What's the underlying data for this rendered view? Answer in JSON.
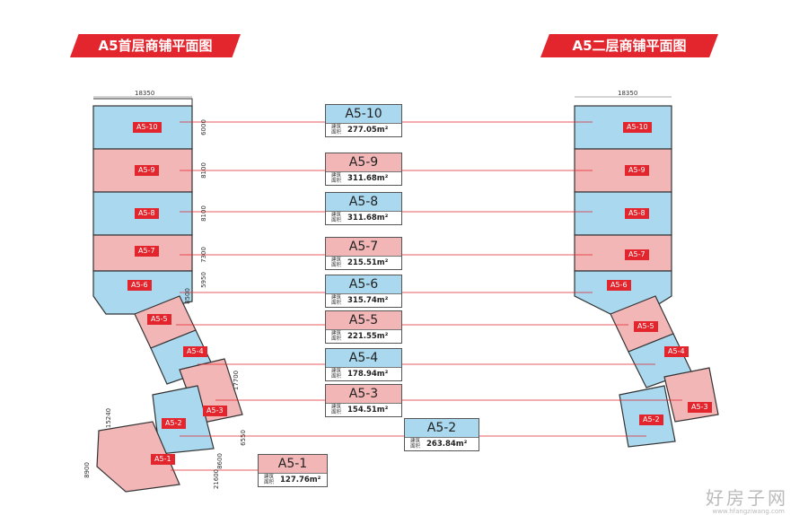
{
  "titles": {
    "left": "A5首层商铺平面图",
    "right": "A5二层商铺平面图"
  },
  "dimensions": {
    "top_width": "18350",
    "side": [
      "6000",
      "8100",
      "8100",
      "7300",
      "5950",
      "8500",
      "17700",
      "15240",
      "8900",
      "6550",
      "21600",
      "8600"
    ]
  },
  "unit_tags": [
    "A5-10",
    "A5-9",
    "A5-8",
    "A5-7",
    "A5-6",
    "A5-5",
    "A5-4",
    "A5-3",
    "A5-2",
    "A5-1"
  ],
  "cards": [
    {
      "id": "A5-10",
      "sub": "建筑面积",
      "area": "277.05m²",
      "color": "blue"
    },
    {
      "id": "A5-9",
      "sub": "建筑面积",
      "area": "311.68m²",
      "color": "pink"
    },
    {
      "id": "A5-8",
      "sub": "建筑面积",
      "area": "311.68m²",
      "color": "blue"
    },
    {
      "id": "A5-7",
      "sub": "建筑面积",
      "area": "215.51m²",
      "color": "pink"
    },
    {
      "id": "A5-6",
      "sub": "建筑面积",
      "area": "315.74m²",
      "color": "blue"
    },
    {
      "id": "A5-5",
      "sub": "建筑面积",
      "area": "221.55m²",
      "color": "pink"
    },
    {
      "id": "A5-4",
      "sub": "建筑面积",
      "area": "178.94m²",
      "color": "blue"
    },
    {
      "id": "A5-3",
      "sub": "建筑面积",
      "area": "154.51m²",
      "color": "pink"
    },
    {
      "id": "A5-2",
      "sub": "建筑面积",
      "area": "263.84m²",
      "color": "blue"
    },
    {
      "id": "A5-1",
      "sub": "建筑面积",
      "area": "127.76m²",
      "color": "pink"
    }
  ],
  "watermark": {
    "text": "好房子网",
    "url": "www.hfangziwang.com"
  },
  "colors": {
    "accent": "#e3262d",
    "blue": "#a9d8ef",
    "pink": "#f3b6b7",
    "line": "#e3262d"
  }
}
